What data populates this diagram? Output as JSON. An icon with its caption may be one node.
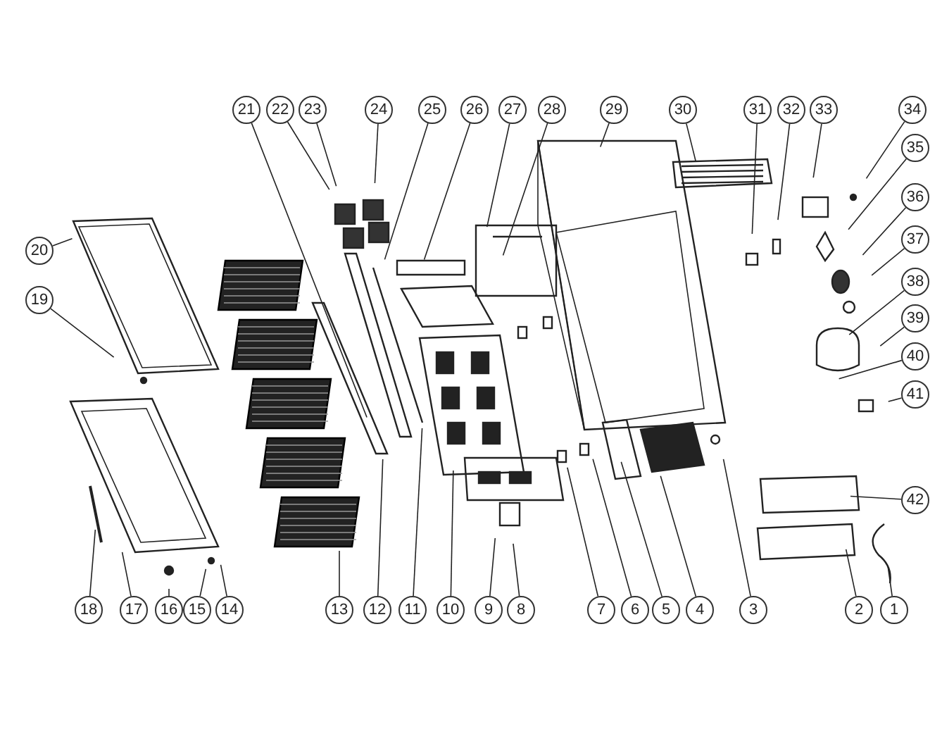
{
  "diagram": {
    "nodes": [
      {
        "text": [
          "21"
        ]
      },
      {
        "text": [
          "22"
        ]
      },
      {
        "text": [
          "23"
        ]
      },
      {
        "text": [
          "24"
        ]
      },
      {
        "text": [
          "25"
        ]
      },
      {
        "text": [
          "26"
        ]
      },
      {
        "text": [
          "27"
        ]
      },
      {
        "text": [
          "28"
        ]
      },
      {
        "text": [
          "29"
        ]
      },
      {
        "text": [
          "30"
        ]
      },
      {
        "text": [
          "31"
        ]
      },
      {
        "text": [
          "32"
        ]
      },
      {
        "text": [
          "33"
        ]
      },
      {
        "text": [
          "34"
        ]
      },
      {
        "text": [
          "20"
        ]
      },
      {
        "text": [
          "19"
        ]
      },
      {
        "text": [
          "35"
        ]
      },
      {
        "text": [
          "36"
        ]
      },
      {
        "text": [
          "37"
        ]
      },
      {
        "text": [
          "38"
        ]
      },
      {
        "text": [
          "39"
        ]
      },
      {
        "text": [
          "40"
        ]
      },
      {
        "text": [
          "41"
        ]
      },
      {
        "text": [
          "42"
        ]
      },
      {
        "text": [
          "18"
        ]
      },
      {
        "text": [
          "17"
        ]
      },
      {
        "text": [
          "16"
        ]
      },
      {
        "text": [
          "15"
        ]
      },
      {
        "text": [
          "14"
        ]
      },
      {
        "text": [
          "13"
        ]
      },
      {
        "text": [
          "12"
        ]
      },
      {
        "text": [
          "11"
        ]
      },
      {
        "text": [
          "10"
        ]
      },
      {
        "text": [
          "9"
        ]
      },
      {
        "text": [
          "8"
        ]
      },
      {
        "text": [
          "7"
        ]
      },
      {
        "text": [
          "6"
        ]
      },
      {
        "text": [
          "5"
        ]
      },
      {
        "text": [
          "4"
        ]
      },
      {
        "text": [
          "3"
        ]
      },
      {
        "text": [
          "2"
        ]
      },
      {
        "text": [
          "1"
        ]
      }
    ],
    "edges": [
      {
        "from": 0,
        "to": null,
        "arrow": "none"
      },
      {
        "from": 1,
        "to": null,
        "arrow": "none"
      },
      {
        "from": 2,
        "to": null,
        "arrow": "none"
      },
      {
        "from": 3,
        "to": null,
        "arrow": "none"
      },
      {
        "from": 4,
        "to": null,
        "arrow": "none"
      },
      {
        "from": 5,
        "to": null,
        "arrow": "none"
      },
      {
        "from": 6,
        "to": null,
        "arrow": "none"
      },
      {
        "from": 7,
        "to": null,
        "arrow": "none"
      },
      {
        "from": 8,
        "to": null,
        "arrow": "none"
      },
      {
        "from": 9,
        "to": null,
        "arrow": "none"
      },
      {
        "from": 10,
        "to": null,
        "arrow": "none"
      },
      {
        "from": 11,
        "to": null,
        "arrow": "none"
      },
      {
        "from": 12,
        "to": null,
        "arrow": "none"
      },
      {
        "from": 13,
        "to": null,
        "arrow": "none"
      },
      {
        "from": 14,
        "to": null,
        "arrow": "none"
      },
      {
        "from": 15,
        "to": null,
        "arrow": "none"
      },
      {
        "from": 16,
        "to": null,
        "arrow": "none"
      },
      {
        "from": 17,
        "to": null,
        "arrow": "none"
      },
      {
        "from": 18,
        "to": null,
        "arrow": "none"
      },
      {
        "from": 19,
        "to": null,
        "arrow": "none"
      },
      {
        "from": 20,
        "to": null,
        "arrow": "none"
      },
      {
        "from": 21,
        "to": null,
        "arrow": "none"
      },
      {
        "from": 22,
        "to": null,
        "arrow": "none"
      },
      {
        "from": 23,
        "to": null,
        "arrow": "none"
      },
      {
        "from": 24,
        "to": null,
        "arrow": "none"
      },
      {
        "from": 25,
        "to": null,
        "arrow": "none"
      },
      {
        "from": 26,
        "to": null,
        "arrow": "none"
      },
      {
        "from": 27,
        "to": null,
        "arrow": "none"
      },
      {
        "from": 28,
        "to": null,
        "arrow": "none"
      },
      {
        "from": 29,
        "to": null,
        "arrow": "none"
      },
      {
        "from": 30,
        "to": null,
        "arrow": "none"
      },
      {
        "from": 31,
        "to": null,
        "arrow": "none"
      },
      {
        "from": 32,
        "to": null,
        "arrow": "none"
      },
      {
        "from": 33,
        "to": null,
        "arrow": "none"
      },
      {
        "from": 34,
        "to": null,
        "arrow": "none"
      },
      {
        "from": 35,
        "to": null,
        "arrow": "none"
      },
      {
        "from": 36,
        "to": null,
        "arrow": "none"
      },
      {
        "from": 37,
        "to": null,
        "arrow": "none"
      },
      {
        "from": 38,
        "to": null,
        "arrow": "none"
      },
      {
        "from": 39,
        "to": null,
        "arrow": "none"
      },
      {
        "from": 40,
        "to": null,
        "arrow": "none"
      },
      {
        "from": 41,
        "to": null,
        "arrow": "none"
      }
    ]
  }
}
